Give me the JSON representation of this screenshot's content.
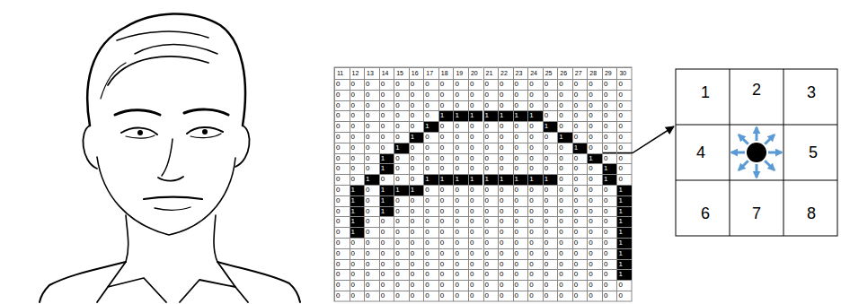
{
  "diagram": {
    "labels": [
      "11",
      "12",
      "13",
      "14",
      "15",
      "16",
      "17",
      "18",
      "19",
      "20",
      "21",
      "22",
      "23",
      "24",
      "25",
      "26",
      "27",
      "28",
      "29",
      "30",
      "0",
      "0",
      "0",
      "0",
      "0",
      "0",
      "0",
      "0",
      "0",
      "0",
      "0",
      "0",
      "0",
      "0",
      "0",
      "0",
      "0",
      "0",
      "0",
      "0",
      "0",
      "0",
      "0",
      "0",
      "0",
      "0",
      "0",
      "0",
      "0",
      "0",
      "0",
      "0",
      "0",
      "0",
      "0",
      "0",
      "0",
      "0",
      "0",
      "0",
      "0",
      "0",
      "0",
      "0",
      "0",
      "0",
      "0",
      "0",
      "0",
      "0",
      "0",
      "0",
      "0",
      "0",
      "0",
      "0",
      "0",
      "0",
      "0",
      "0",
      "0",
      "0",
      "0",
      "0",
      "0",
      "0",
      "0",
      "1",
      "1",
      "1",
      "1",
      "1",
      "1",
      "1",
      "0",
      "0",
      "0",
      "0",
      "0",
      "0",
      "0",
      "0",
      "0",
      "0",
      "0",
      "0",
      "1",
      "0",
      "0",
      "0",
      "0",
      "0",
      "0",
      "0",
      "1",
      "0",
      "0",
      "0",
      "0",
      "0",
      "0",
      "0",
      "0",
      "0",
      "0",
      "1",
      "0",
      "0",
      "0",
      "0",
      "0",
      "0",
      "0",
      "0",
      "0",
      "1",
      "0",
      "0",
      "0",
      "0",
      "0",
      "0",
      "0",
      "0",
      "1",
      "0",
      "0",
      "0",
      "0",
      "0",
      "0",
      "0",
      "0",
      "0",
      "0",
      "0",
      "1",
      "0",
      "0",
      "0",
      "0",
      "0",
      "0",
      "1",
      "0",
      "0",
      "0",
      "0",
      "0",
      "0",
      "0",
      "0",
      "0",
      "0",
      "0",
      "0",
      "0",
      "1",
      "0",
      "0",
      "0",
      "0",
      "0",
      "1",
      "0",
      "0",
      "0",
      "0",
      "0",
      "0",
      "0",
      "0",
      "0",
      "0",
      "0",
      "0",
      "0",
      "0",
      "1",
      "0",
      "0",
      "0",
      "1",
      "0",
      "0",
      "0",
      "1",
      "1",
      "1",
      "1",
      "1",
      "1",
      "1",
      "1",
      "1",
      "0",
      "0",
      "0",
      "1",
      "0",
      "0",
      "1",
      "0",
      "1",
      "1",
      "1",
      "0",
      "0",
      "0",
      "0",
      "0",
      "0",
      "0",
      "0",
      "0",
      "0",
      "0",
      "0",
      "0",
      "1",
      "0",
      "1",
      "0",
      "1",
      "0",
      "0",
      "0",
      "0",
      "0",
      "0",
      "0",
      "0",
      "0",
      "0",
      "0",
      "0",
      "0",
      "0",
      "0",
      "1",
      "0",
      "1",
      "0",
      "1",
      "0",
      "0",
      "0",
      "0",
      "0",
      "0",
      "0",
      "0",
      "0",
      "0",
      "0",
      "0",
      "0",
      "0",
      "0",
      "1",
      "0",
      "1",
      "0",
      "0",
      "0",
      "0",
      "0",
      "0",
      "0",
      "0",
      "0",
      "0",
      "0",
      "0",
      "0",
      "0",
      "0",
      "0",
      "0",
      "1",
      "0",
      "1",
      "0",
      "0",
      "0",
      "0",
      "0",
      "0",
      "0",
      "0",
      "0",
      "0",
      "0",
      "0",
      "0",
      "0",
      "0",
      "0",
      "0",
      "1",
      "0",
      "0",
      "0",
      "0",
      "0",
      "0",
      "0",
      "0",
      "0",
      "0",
      "0",
      "0",
      "0",
      "0",
      "0",
      "0",
      "0",
      "0",
      "0",
      "1",
      "0",
      "0",
      "0",
      "0",
      "0",
      "0",
      "0",
      "0",
      "0",
      "0",
      "0",
      "0",
      "0",
      "0",
      "0",
      "0",
      "0",
      "0",
      "0",
      "1",
      "0",
      "0",
      "0",
      "0",
      "0",
      "0",
      "0",
      "0",
      "0",
      "0",
      "0",
      "0",
      "0",
      "0",
      "0",
      "0",
      "0",
      "0",
      "0",
      "1",
      "0",
      "0",
      "0",
      "0",
      "0",
      "0",
      "0",
      "0",
      "0",
      "0",
      "0",
      "0",
      "0",
      "0",
      "0",
      "0",
      "0",
      "0",
      "0",
      "1",
      "0",
      "0",
      "0",
      "0",
      "0",
      "0",
      "0",
      "0",
      "0",
      "0",
      "0",
      "0",
      "0",
      "0",
      "0",
      "0",
      "0",
      "0",
      "0",
      "0",
      "0",
      "0",
      "0",
      "0",
      "0",
      "0",
      "0",
      "0",
      "0",
      "0",
      "0",
      "0",
      "0",
      "0",
      "0",
      "0",
      "0",
      "0",
      "0",
      "0",
      "1",
      "2",
      "3",
      "4",
      "5",
      "6",
      "7",
      "8"
    ]
  }
}
